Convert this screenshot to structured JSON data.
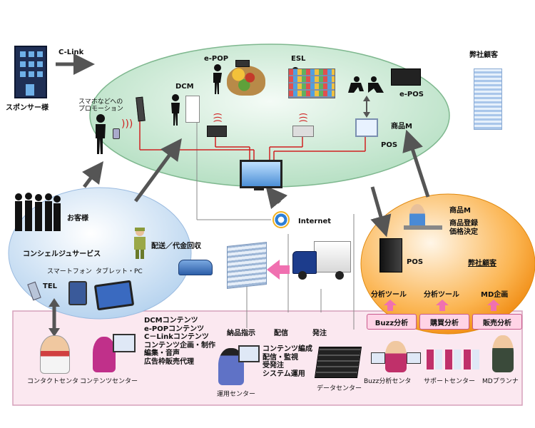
{
  "labels": {
    "clink": "C-Link",
    "sponsor": "スポンサー様",
    "epop_top": "e-POP",
    "esl_top": "ESL",
    "our_client_top": "弊社顧客",
    "dcm_top": "DCM",
    "promo": "スマホなどへの\nプロモーション",
    "epos": "e-POS",
    "shohin_m_top": "商品M",
    "pos_top": "POS",
    "customers": "お客様",
    "concierge": "コンシェルジュサービス",
    "delivery": "配送／代金回収",
    "smartphone": "スマートフォン",
    "tablet": "タブレット・PC",
    "tel": "TEL",
    "internet": "Internet",
    "shohin_m_right": "商品M",
    "shohin_reg": "商品登録\n価格決定",
    "pos_right": "POS",
    "our_client_right": "弊社顧客",
    "analysis1": "分析ツール",
    "analysis2": "分析ツール",
    "md_plan": "MD企画",
    "contents_list": "DCMコンテンツ\ne-POPコンテンツ\nC－Linkコンテンツ\nコンテンツ企画・制作\n編集・音声\n広告枠販売代理",
    "delivery_instr": "納品指示",
    "distribution": "配信",
    "order": "発注",
    "ops_list": "コンテンツ編成\n配信・監視\n受発注\nシステム運用",
    "contact_center": "コンタクトセンタ",
    "content_center": "コンテンツセンター",
    "ops_center": "運用センター",
    "data_center": "データセンター",
    "buzz_center": "Buzz分析センタ",
    "support_center": "サポートセンター",
    "md_planner": "MDプランナ"
  },
  "pills": {
    "buzz": "Buzz分析",
    "purchase": "購買分析",
    "sales": "販売分析"
  },
  "colors": {
    "store_ellipse": "#d8f0e0",
    "customer_ellipse": "#d5e6f6",
    "client_ellipse": "#f5a020",
    "bottom_panel": "#fbe8f0",
    "network_line": "#d02020",
    "arrow": "#555555",
    "pink_arrow": "#f070b0"
  }
}
